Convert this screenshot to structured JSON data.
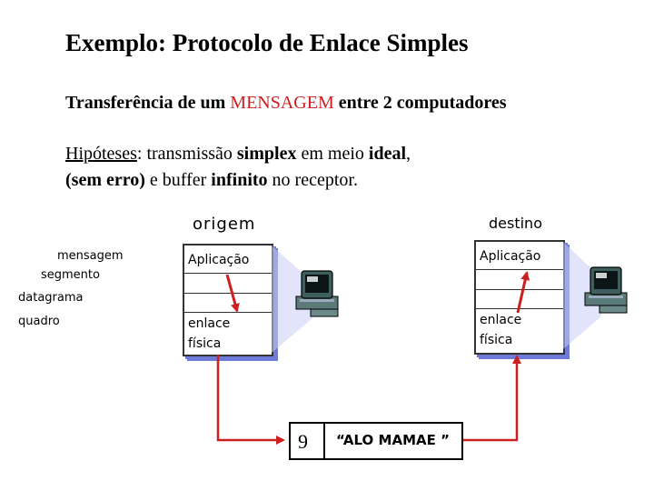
{
  "title": "Exemplo: Protocolo de Enlace Simples",
  "subtitle": {
    "prefix": "Transferência de um ",
    "highlight": "MENSAGEM",
    "suffix": " entre 2 computadores"
  },
  "hypothesis": {
    "underlined": "Hipóteses",
    "line1_a": ": transmissão ",
    "line1_b": "simplex",
    "line1_c": " em meio ",
    "line1_d": "ideal",
    "line1_e": ",",
    "line2_a": "(sem erro)",
    "line2_b": " e buffer ",
    "line2_c": "infinito",
    "line2_d": " no receptor."
  },
  "labels": {
    "origem": "origem",
    "destino": "destino",
    "mensagem": "mensagem",
    "segmento": "segmento",
    "datagrama": "datagrama",
    "quadro": "quadro"
  },
  "origin_stack": {
    "aplicacao": "Aplicação",
    "enlace": "enlace",
    "fisica": "física"
  },
  "dest_stack": {
    "aplicacao": "Aplicação",
    "enlace": "enlace",
    "fisica": "física"
  },
  "frame": {
    "header": "9",
    "payload": "“ALO MAMAE ”"
  },
  "colors": {
    "highlight": "#cc1f1f",
    "arrow": "#cc1f1f",
    "stack_shadow": "#6f7ad8"
  },
  "icons": [
    "computer-icon"
  ]
}
